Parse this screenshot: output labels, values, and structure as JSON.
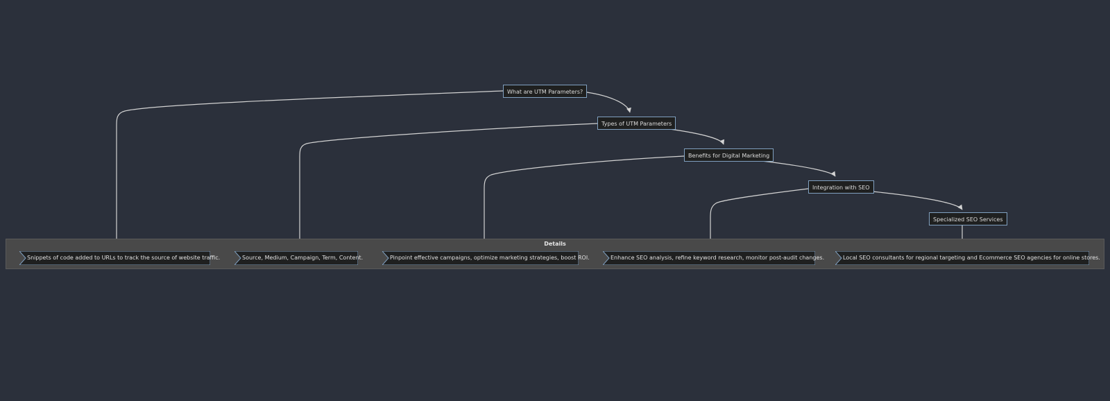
{
  "diagram": {
    "nodes": [
      {
        "id": "utm",
        "label": "What are UTM Parameters?"
      },
      {
        "id": "types",
        "label": "Types of UTM Parameters"
      },
      {
        "id": "benefits",
        "label": "Benefits for Digital Marketing"
      },
      {
        "id": "seo",
        "label": "Integration with SEO"
      },
      {
        "id": "services",
        "label": "Specialized SEO Services"
      }
    ],
    "subgraph": {
      "title": "Details",
      "items": [
        {
          "id": "d1",
          "label": "Snippets of code added to URLs to track the source of website traffic."
        },
        {
          "id": "d2",
          "label": "Source, Medium, Campaign, Term, Content."
        },
        {
          "id": "d3",
          "label": "Pinpoint effective campaigns, optimize marketing strategies, boost ROI."
        },
        {
          "id": "d4",
          "label": "Enhance SEO analysis, refine keyword research, monitor post-audit changes."
        },
        {
          "id": "d5",
          "label": "Local SEO consultants for regional targeting and Ecommerce SEO agencies for online stores."
        }
      ]
    },
    "edges": [
      {
        "from": "utm",
        "to": "types"
      },
      {
        "from": "utm",
        "to": "d1"
      },
      {
        "from": "types",
        "to": "benefits"
      },
      {
        "from": "types",
        "to": "d2"
      },
      {
        "from": "benefits",
        "to": "seo"
      },
      {
        "from": "benefits",
        "to": "d3"
      },
      {
        "from": "seo",
        "to": "services"
      },
      {
        "from": "seo",
        "to": "d4"
      },
      {
        "from": "services",
        "to": "d5"
      }
    ],
    "colors": {
      "background": "#2b303b",
      "node_fill": "#1f2020",
      "node_border": "#81a1c1",
      "edge": "#d3d3d3",
      "subgraph_fill": "#494949"
    }
  }
}
